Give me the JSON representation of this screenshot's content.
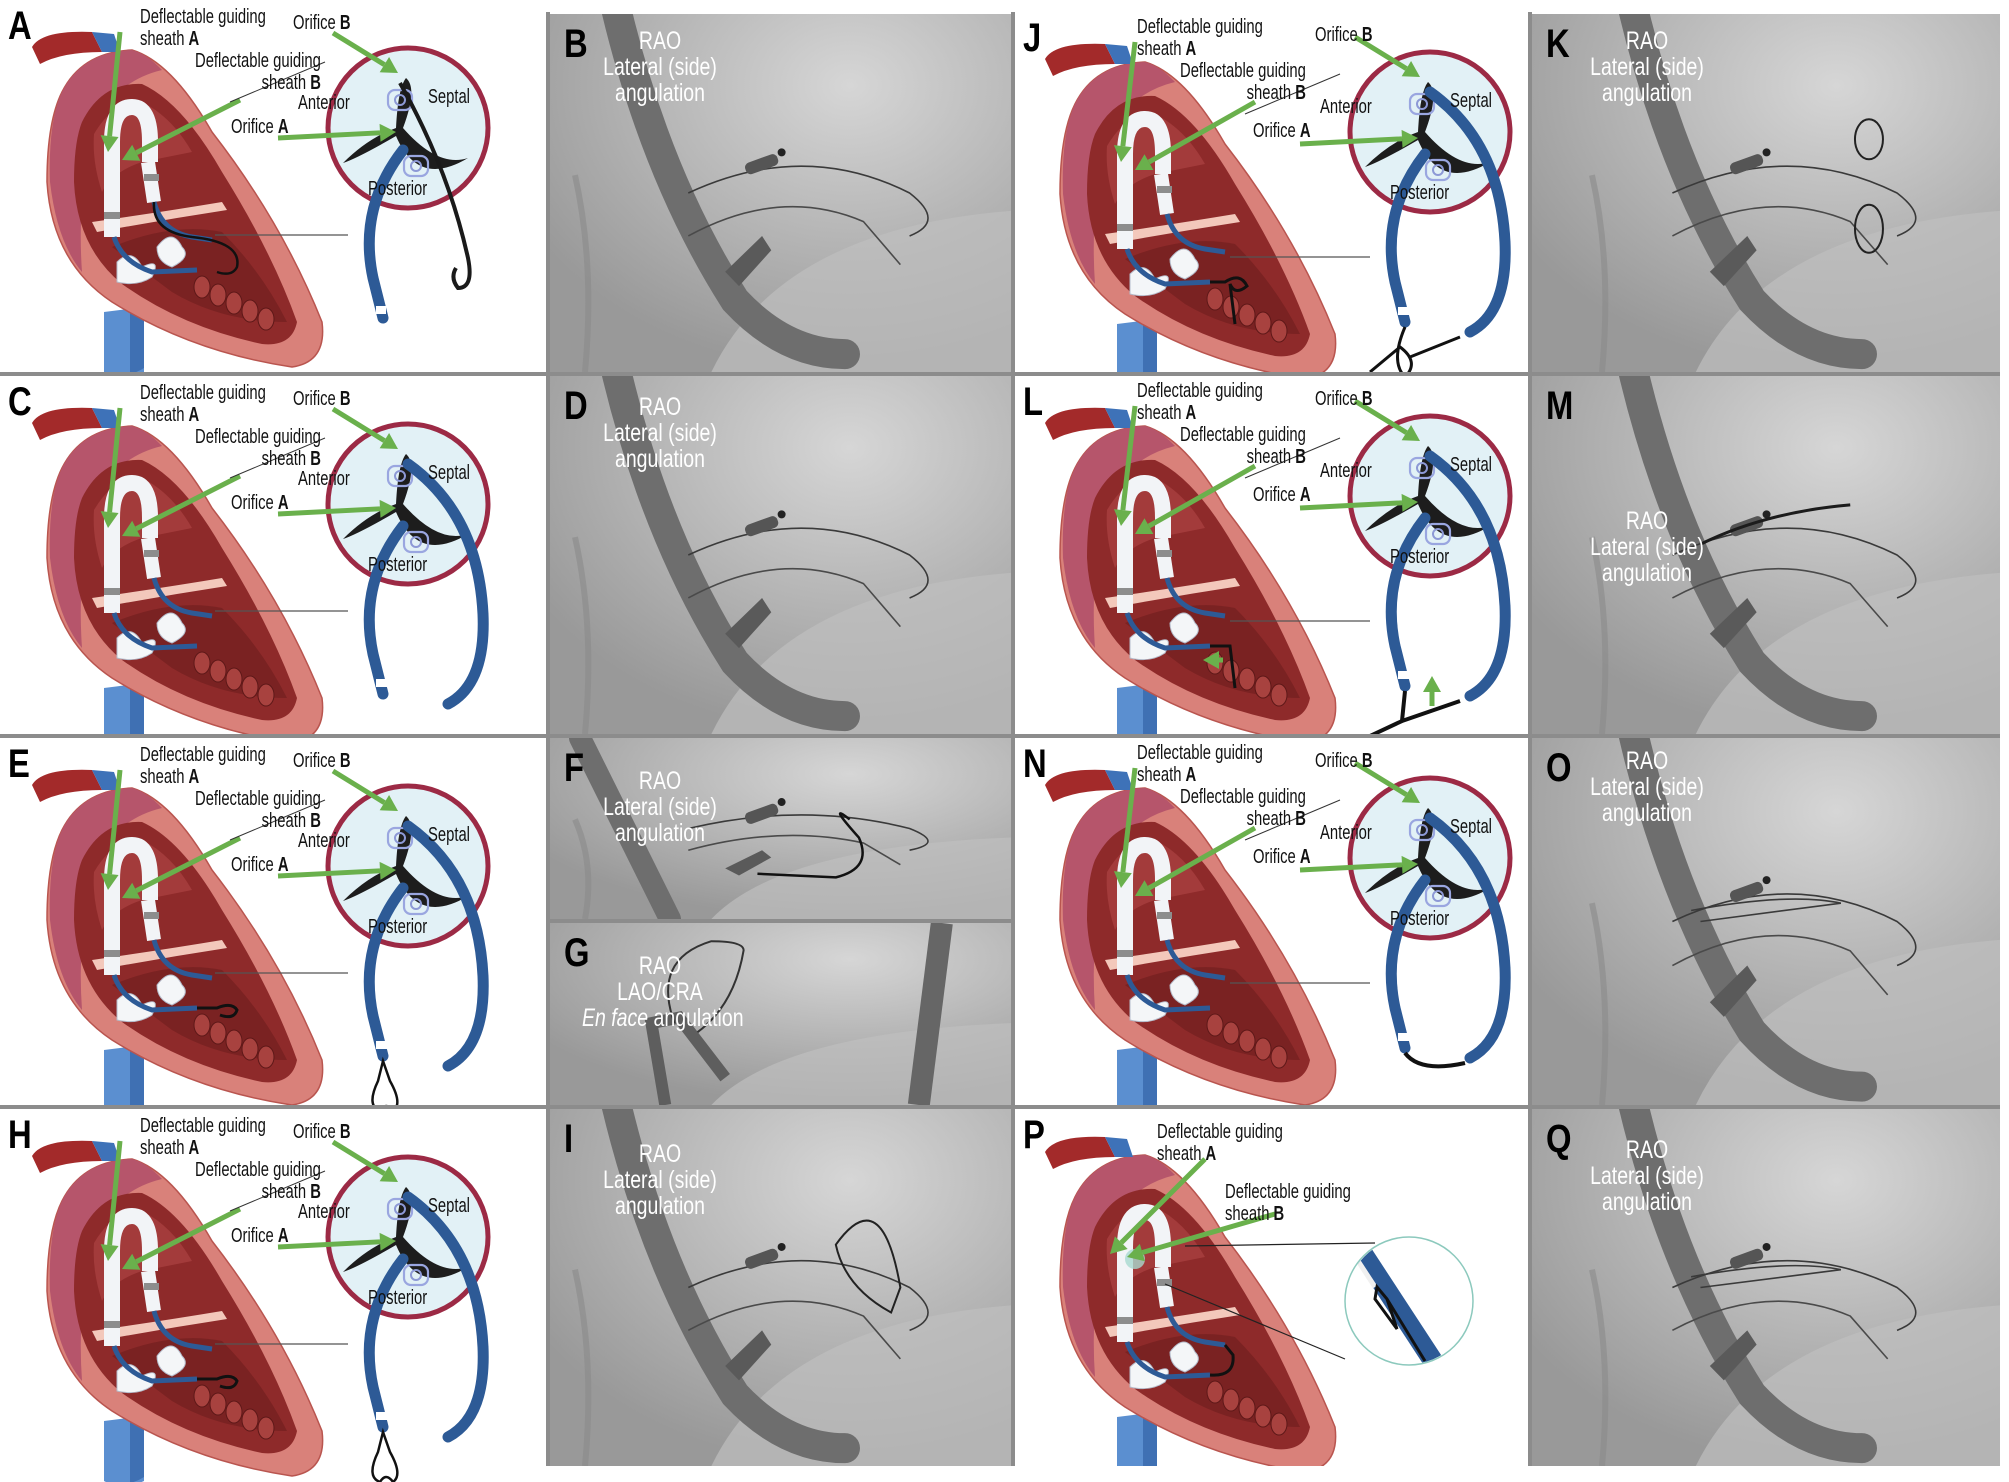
{
  "figure": {
    "panels": [
      {
        "id": "A",
        "type": "diagram",
        "variant": "A"
      },
      {
        "id": "B",
        "type": "fluoro",
        "view": [
          "RAO",
          "Lateral (side)",
          "angulation"
        ],
        "variant": "B"
      },
      {
        "id": "C",
        "type": "diagram",
        "variant": "C"
      },
      {
        "id": "D",
        "type": "fluoro",
        "view": [
          "RAO",
          "Lateral (side)",
          "angulation"
        ],
        "variant": "D"
      },
      {
        "id": "E",
        "type": "diagram",
        "variant": "E"
      },
      {
        "id": "F",
        "type": "fluoro",
        "view": [
          "RAO",
          "Lateral (side)",
          "angulation"
        ],
        "variant": "F"
      },
      {
        "id": "G",
        "type": "fluoro",
        "view": [
          "RAO",
          "LAO/CRA"
        ],
        "view_italic": "En face",
        "view_suffix": " angulation",
        "variant": "G"
      },
      {
        "id": "H",
        "type": "diagram",
        "variant": "H"
      },
      {
        "id": "I",
        "type": "fluoro",
        "view": [
          "RAO",
          "Lateral (side)",
          "angulation"
        ],
        "variant": "I"
      },
      {
        "id": "J",
        "type": "diagram",
        "variant": "J"
      },
      {
        "id": "K",
        "type": "fluoro",
        "view": [
          "RAO",
          "Lateral (side)",
          "angulation"
        ],
        "variant": "K"
      },
      {
        "id": "L",
        "type": "diagram",
        "variant": "L"
      },
      {
        "id": "M",
        "type": "fluoro",
        "view": [
          "RAO",
          "Lateral (side)",
          "angulation"
        ],
        "variant": "M"
      },
      {
        "id": "N",
        "type": "diagram",
        "variant": "N"
      },
      {
        "id": "O",
        "type": "fluoro",
        "view": [
          "RAO",
          "Lateral (side)",
          "angulation"
        ],
        "variant": "O"
      },
      {
        "id": "P",
        "type": "diagram-inset",
        "variant": "P"
      },
      {
        "id": "Q",
        "type": "fluoro",
        "view": [
          "RAO",
          "Lateral (side)",
          "angulation"
        ],
        "variant": "Q"
      }
    ],
    "labels": {
      "sheath_a_line1": "Deflectable guiding",
      "sheath_a_line2": "sheath ",
      "sheath_a_bold": "A",
      "sheath_b_line1": "Deflectable guiding",
      "sheath_b_line2": "sheath ",
      "sheath_b_bold": "B",
      "orifice_b": "Orifice ",
      "orifice_b_bold": "B",
      "orifice_a": "Orifice ",
      "orifice_a_bold": "A",
      "anterior": "Anterior",
      "septal": "Septal",
      "posterior": "Posterior"
    },
    "colors": {
      "arrow_green": "#6ab04c",
      "catheter_blue": "#2d5a96",
      "heart_outer": "#d9817a",
      "heart_inner": "#8e2a2a",
      "valve_ring": "#9c2a45",
      "valve_fill": "#e2f1f6",
      "vein_blue": "#5b8fd0",
      "fluoro_bg": "#a9a9a9"
    }
  }
}
